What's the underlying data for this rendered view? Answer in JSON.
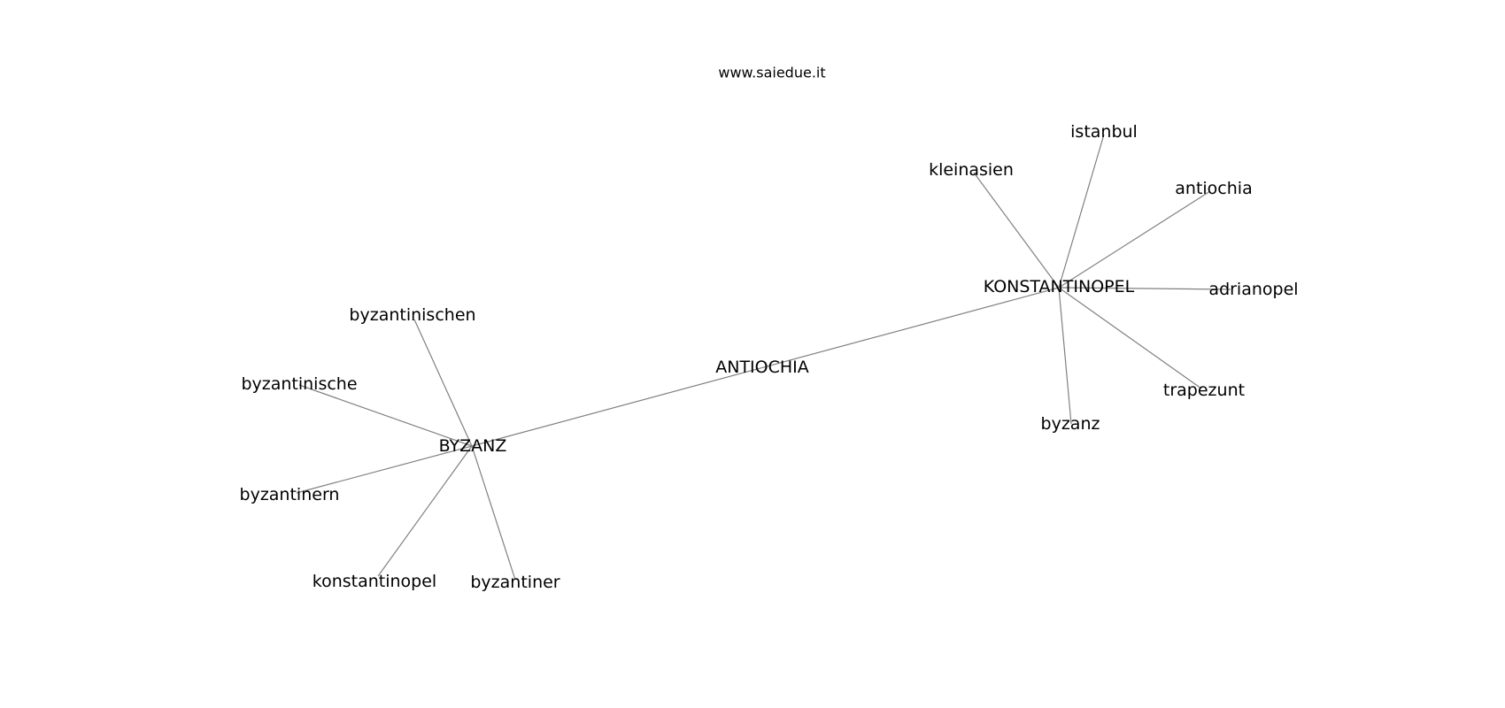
{
  "watermark": "www.saiedue.it",
  "colors": {
    "edge": "#808080",
    "label": "#000000",
    "background": "#ffffff"
  },
  "graph": {
    "nodes": [
      {
        "id": "antiochia_hub",
        "label": "ANTIOCHIA"
      },
      {
        "id": "byzanz_hub",
        "label": "BYZANZ"
      },
      {
        "id": "konstantinopel_hub",
        "label": "KONSTANTINOPEL"
      },
      {
        "id": "byzantinischen",
        "label": "byzantinischen"
      },
      {
        "id": "byzantinische",
        "label": "byzantinische"
      },
      {
        "id": "byzantinern",
        "label": "byzantinern"
      },
      {
        "id": "konstantinopel",
        "label": "konstantinopel"
      },
      {
        "id": "byzantiner",
        "label": "byzantiner"
      },
      {
        "id": "istanbul",
        "label": "istanbul"
      },
      {
        "id": "kleinasien",
        "label": "kleinasien"
      },
      {
        "id": "antiochia",
        "label": "antiochia"
      },
      {
        "id": "adrianopel",
        "label": "adrianopel"
      },
      {
        "id": "trapezunt",
        "label": "trapezunt"
      },
      {
        "id": "byzanz",
        "label": "byzanz"
      }
    ],
    "edges": [
      [
        "byzanz_hub",
        "konstantinopel_hub"
      ],
      [
        "byzanz_hub",
        "byzantinischen"
      ],
      [
        "byzanz_hub",
        "byzantinische"
      ],
      [
        "byzanz_hub",
        "byzantinern"
      ],
      [
        "byzanz_hub",
        "konstantinopel"
      ],
      [
        "byzanz_hub",
        "byzantiner"
      ],
      [
        "konstantinopel_hub",
        "istanbul"
      ],
      [
        "konstantinopel_hub",
        "kleinasien"
      ],
      [
        "konstantinopel_hub",
        "antiochia"
      ],
      [
        "konstantinopel_hub",
        "adrianopel"
      ],
      [
        "konstantinopel_hub",
        "trapezunt"
      ],
      [
        "konstantinopel_hub",
        "byzanz"
      ]
    ]
  }
}
